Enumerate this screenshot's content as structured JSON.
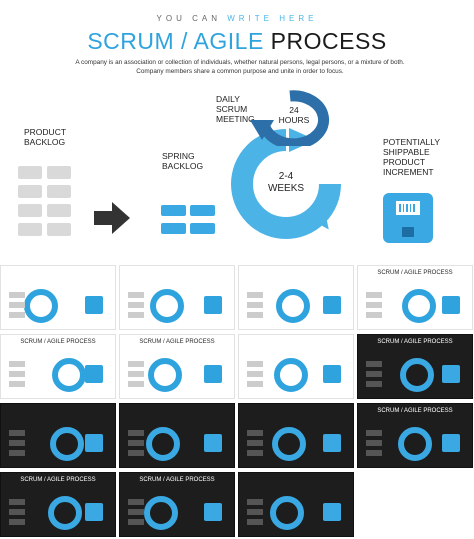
{
  "header": {
    "kicker_part1": "YOU CAN ",
    "kicker_part2": "WRITE HERE",
    "title_part1": "SCRUM / AGILE",
    "title_part2": " PROCESS",
    "description": "A company is an association or collection of individuals, whether natural persons, legal persons, or a mixture of both. Company members share a common purpose and unite in order to focus."
  },
  "diagram": {
    "product_backlog": "PRODUCT BACKLOG",
    "sprint_backlog": "SPRING BACKLOG",
    "daily_scrum": "DAILY SCRUM MEETING",
    "small_cycle": "24 HOURS",
    "big_cycle": "2-4 WEEKS",
    "increment": "POTENTIALLY SHIPPABLE PRODUCT INCREMENT"
  },
  "thumbnails": [
    {
      "theme": "light",
      "title": ""
    },
    {
      "theme": "light",
      "title": ""
    },
    {
      "theme": "light",
      "title": ""
    },
    {
      "theme": "light",
      "title": "SCRUM / AGILE PROCESS"
    },
    {
      "theme": "light",
      "title": "SCRUM / AGILE PROCESS"
    },
    {
      "theme": "light",
      "title": "SCRUM / AGILE PROCESS"
    },
    {
      "theme": "light",
      "title": ""
    },
    {
      "theme": "dark",
      "title": "SCRUM / AGILE PROCESS"
    },
    {
      "theme": "dark",
      "title": ""
    },
    {
      "theme": "dark",
      "title": ""
    },
    {
      "theme": "dark",
      "title": ""
    },
    {
      "theme": "dark",
      "title": "SCRUM / AGILE PROCESS"
    },
    {
      "theme": "dark",
      "title": "SCRUM / AGILE PROCESS"
    },
    {
      "theme": "dark",
      "title": "SCRUM / AGILE PROCESS"
    },
    {
      "theme": "dark",
      "title": ""
    }
  ],
  "colors": {
    "accent": "#2fa3de",
    "dark_ring": "#2d6fa8",
    "dark_bg": "#1d1d1d"
  }
}
